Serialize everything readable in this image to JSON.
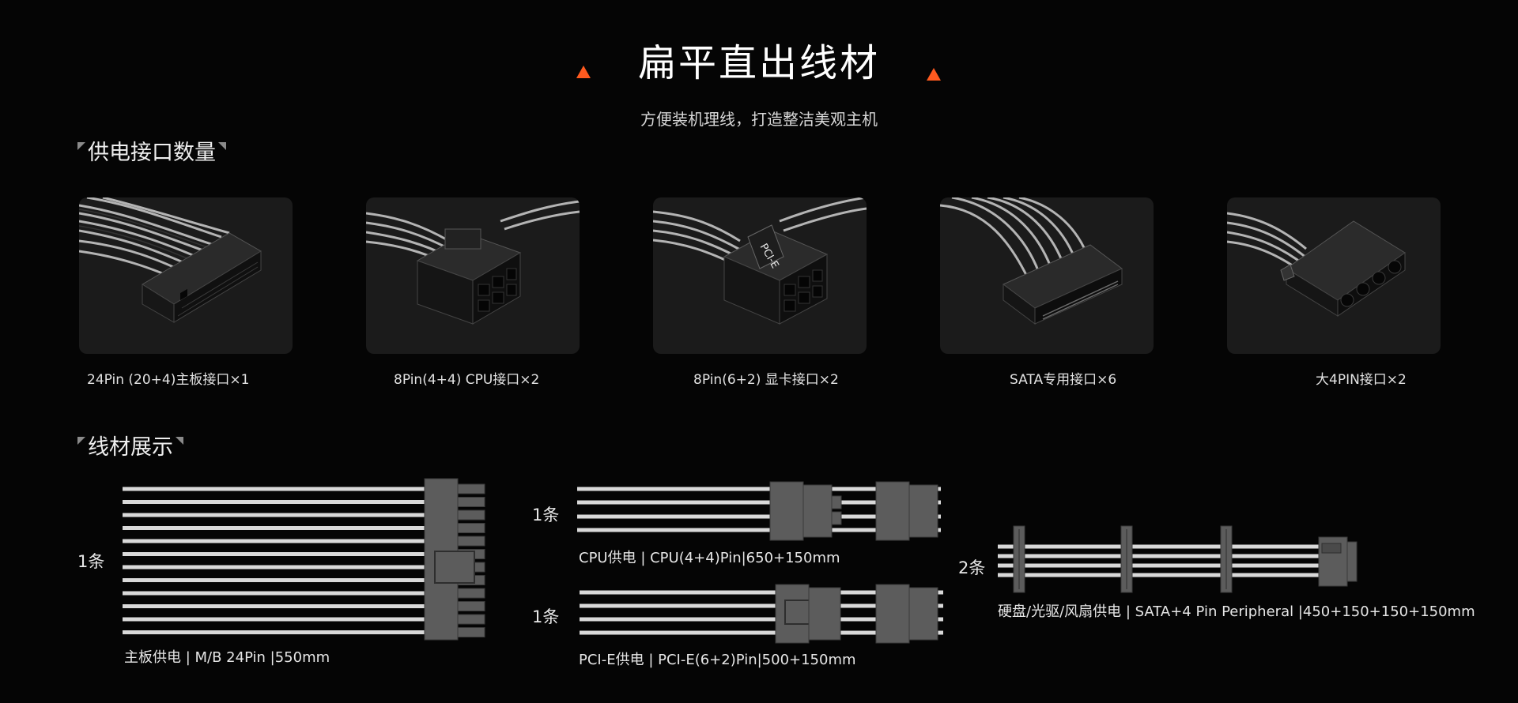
{
  "header": {
    "title": "扁平直出线材",
    "subtitle": "方便装机理线，打造整洁美观主机",
    "accent_color": "#ff5a1f"
  },
  "connectors_section": {
    "title": "供电接口数量",
    "items": [
      {
        "label": "24Pin (20+4)主板接口×1",
        "icon": "atx-24pin-connector"
      },
      {
        "label": "8Pin(4+4) CPU接口×2",
        "icon": "cpu-8pin-connector"
      },
      {
        "label": "8Pin(6+2) 显卡接口×2",
        "icon": "pcie-8pin-connector",
        "connector_text": "PCI-E"
      },
      {
        "label": "SATA专用接口×6",
        "icon": "sata-connector"
      },
      {
        "label": "大4PIN接口×2",
        "icon": "molex-4pin-connector"
      }
    ]
  },
  "cables_section": {
    "title": "线材展示",
    "cables": [
      {
        "count": "1条",
        "caption": "主板供电 | M/B 24Pin |550mm"
      },
      {
        "count": "1条",
        "caption": "CPU供电 | CPU(4+4)Pin|650+150mm"
      },
      {
        "count": "1条",
        "caption": "PCI-E供电 | PCI-E(6+2)Pin|500+150mm"
      },
      {
        "count": "2条",
        "caption": "硬盘/光驱/风扇供电 | SATA+4 Pin Peripheral |450+150+150+150mm"
      }
    ]
  }
}
